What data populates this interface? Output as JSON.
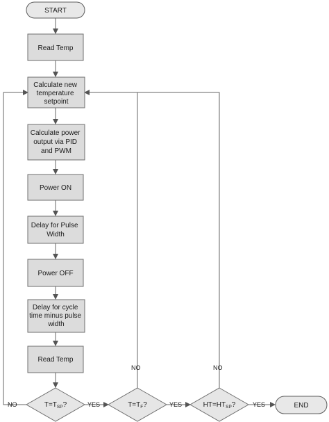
{
  "nodes": {
    "start": "START",
    "read_temp_1": "Read Temp",
    "calc_setpoint": [
      "Calculate new",
      "temperature",
      "setpoint"
    ],
    "calc_power": [
      "Calculate power",
      "output via PID",
      "and PWM"
    ],
    "power_on": "Power ON",
    "delay_pulse": [
      "Delay for Pulse",
      "Width"
    ],
    "power_off": "Power OFF",
    "delay_cycle": [
      "Delay for cycle",
      "time minus pulse",
      "width"
    ],
    "read_temp_2": "Read Temp",
    "decision_tsp": {
      "base": "T=T",
      "sub": "SP",
      "suffix": "?"
    },
    "decision_tf": {
      "base": "T=T",
      "sub": "F",
      "suffix": "?"
    },
    "decision_ht": {
      "base": "HT=HT",
      "sub": "SP",
      "suffix": "?"
    },
    "end": "END"
  },
  "edges": {
    "no_label": "NO",
    "yes_label": "YES"
  }
}
